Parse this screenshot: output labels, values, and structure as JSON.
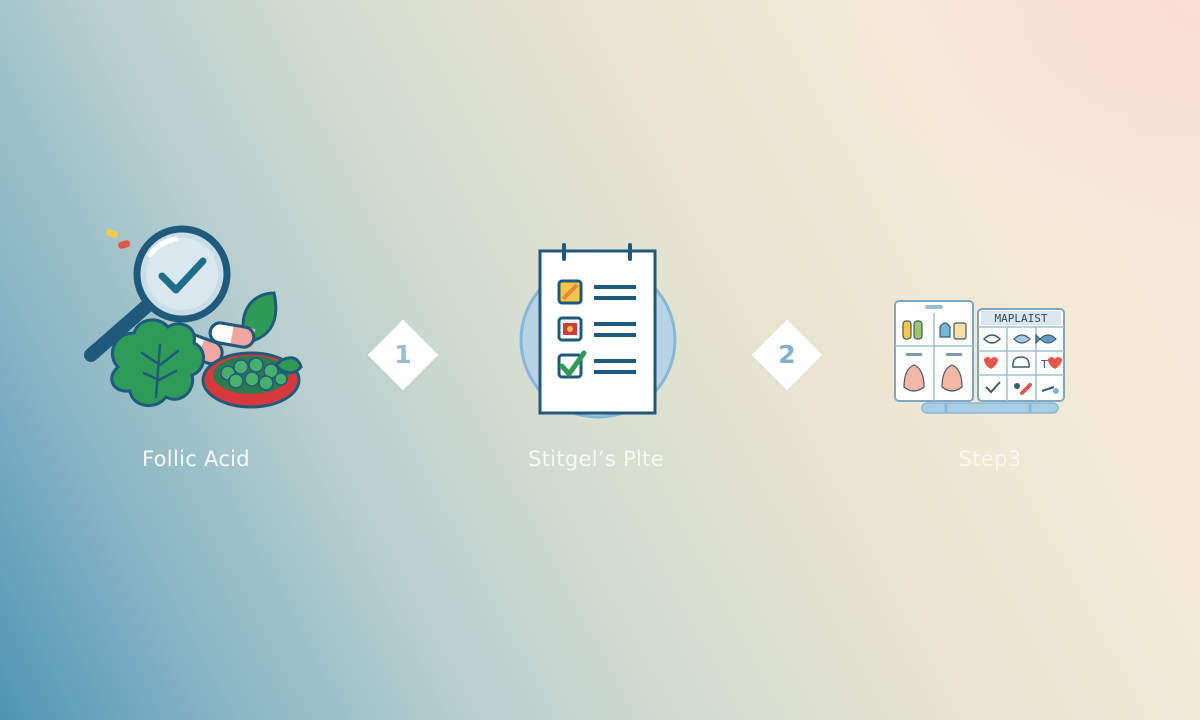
{
  "steps": [
    {
      "label": "Follic Acid",
      "icon": "magnifier-vegetables-icon"
    },
    {
      "label": "Stitgel’s Plte",
      "icon": "checklist-clipboard-icon"
    },
    {
      "label": "Step3",
      "icon": "meal-plan-board-icon"
    }
  ],
  "connectors": [
    {
      "number": "1"
    },
    {
      "number": "2"
    }
  ],
  "meal_board": {
    "title": "MAPLAIST"
  },
  "colors": {
    "primary_stroke": "#1f5a7c",
    "accent_green": "#2f9b58",
    "accent_red": "#d6383b",
    "connector_number": "#8fb6cf",
    "label_text": "#ffffff"
  }
}
